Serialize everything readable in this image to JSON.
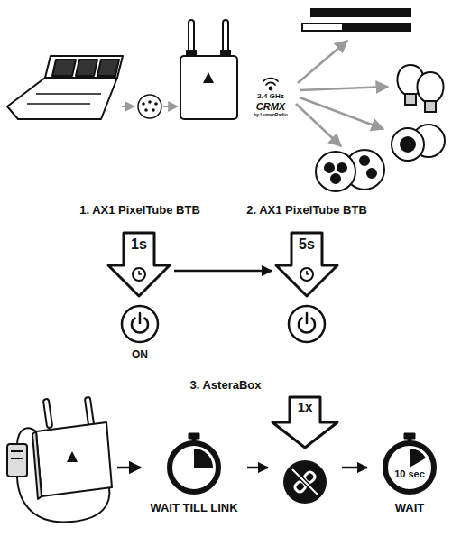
{
  "diagram": {
    "nodes": [
      {
        "text": [
          "1s"
        ]
      },
      {
        "text": [
          "ON"
        ]
      },
      {
        "text": [
          "5s"
        ]
      },
      {
        "text": [
          "WAIT TILL LINK"
        ]
      },
      {
        "text": [
          "1x"
        ]
      },
      {
        "text": [
          "10 sec",
          "WAIT"
        ]
      }
    ],
    "edges": [
      {
        "from": 0,
        "to": 2,
        "arrow": "to"
      },
      {
        "from": 3,
        "to": 4,
        "arrow": "to"
      },
      {
        "from": 4,
        "to": 5,
        "arrow": "to"
      }
    ],
    "labels": [
      "1. AX1 PixelTube BTB",
      "2. AX1 PixelTube BTB",
      "3. AsteraBox",
      "2.4 GHz",
      "CRMX",
      "by LumenRadio"
    ]
  }
}
